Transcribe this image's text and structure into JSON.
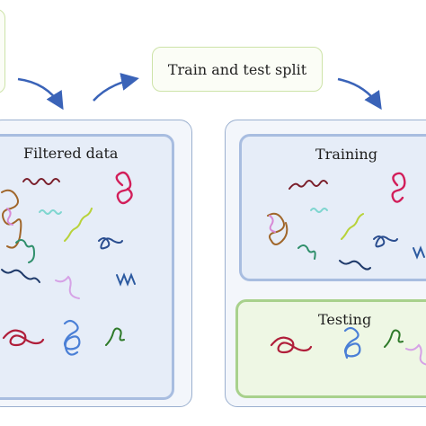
{
  "split_step": {
    "label": "Train and test split"
  },
  "filtered": {
    "title": "Filtered data"
  },
  "training": {
    "title": "Training"
  },
  "testing": {
    "title": "Testing"
  },
  "colors": {
    "arrow": "#3a63b8",
    "green_border": "#cde3a8",
    "blue_border": "#a8bde0",
    "test_border": "#a8d18c"
  }
}
